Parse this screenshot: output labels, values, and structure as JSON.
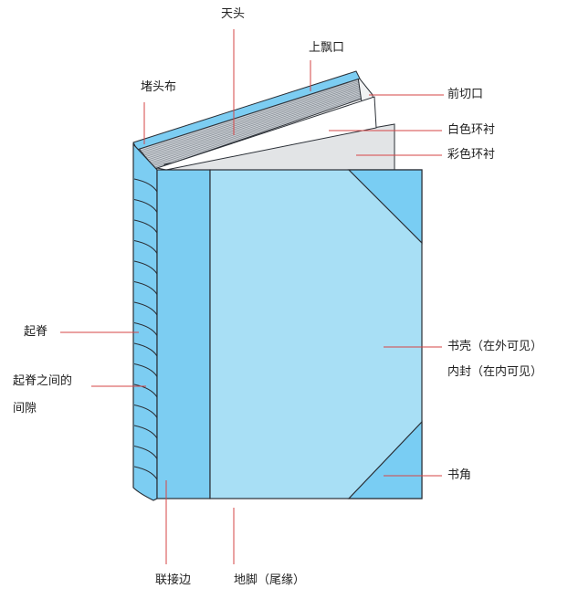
{
  "colors": {
    "cover_face": "#a8dff5",
    "spine_strip": "#7ccdf2",
    "corner": "#79cdf3",
    "outline": "#2a2f36",
    "leader": "#d64545",
    "page_white": "#ffffff",
    "page_gray": "#e2e4e6",
    "label_text": "#222222"
  },
  "labels": {
    "head": "天头",
    "head_cap": "上飘口",
    "headband": "堵头布",
    "fore_edge": "前切口",
    "white_endpaper": "白色环衬",
    "color_endpaper": "彩色环衬",
    "raised_band": "起脊",
    "band_gap_line1": "起脊之间的",
    "band_gap_line2": "间隙",
    "case_outside": "书壳（在外可见）",
    "case_inside": "内封（在内可见）",
    "book_corner": "书角",
    "joint": "联接边",
    "tail": "地脚（尾缘）"
  }
}
